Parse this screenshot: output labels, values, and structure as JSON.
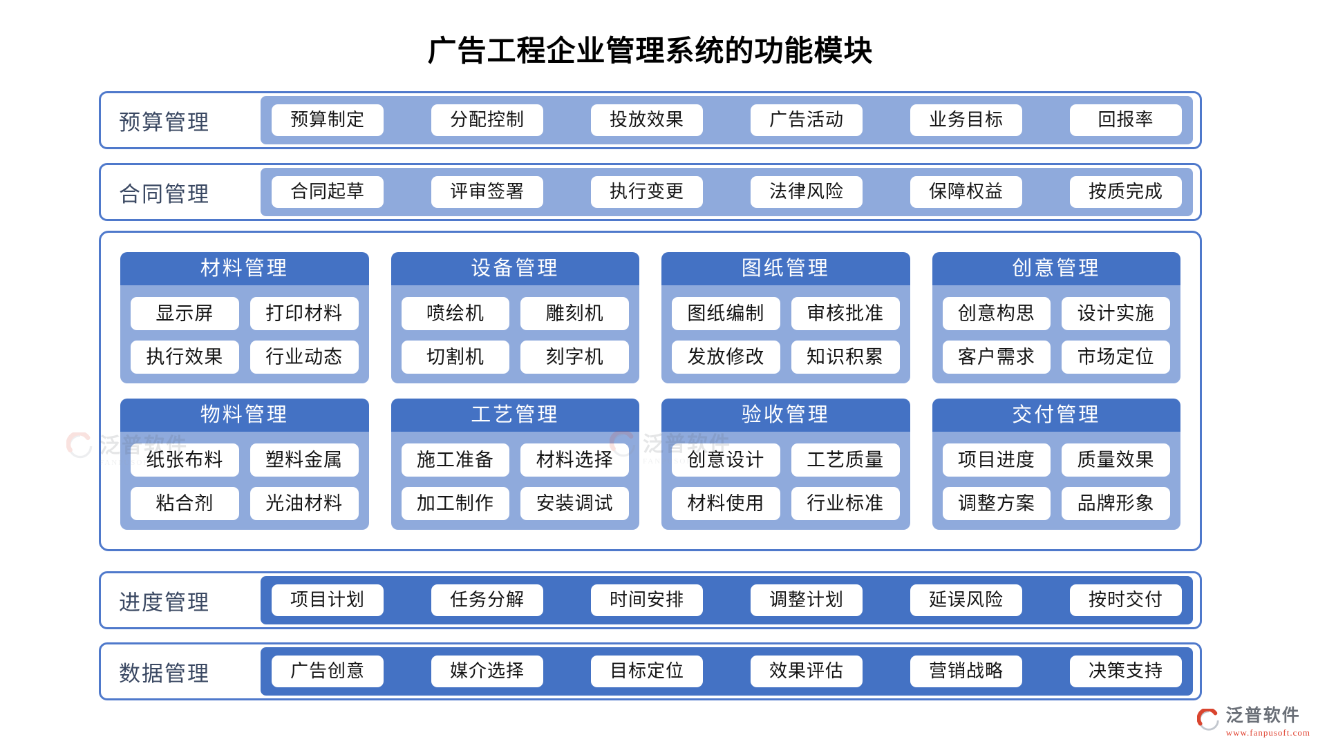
{
  "title": "广告工程企业管理系统的功能模块",
  "top_bands": [
    {
      "label": "预算管理",
      "items": [
        "预算制定",
        "分配控制",
        "投放效果",
        "广告活动",
        "业务目标",
        "回报率"
      ]
    },
    {
      "label": "合同管理",
      "items": [
        "合同起草",
        "评审签署",
        "执行变更",
        "法律风险",
        "保障权益",
        "按质完成"
      ]
    }
  ],
  "cards": [
    {
      "title": "材料管理",
      "items": [
        "显示屏",
        "打印材料",
        "执行效果",
        "行业动态"
      ]
    },
    {
      "title": "设备管理",
      "items": [
        "喷绘机",
        "雕刻机",
        "切割机",
        "刻字机"
      ]
    },
    {
      "title": "图纸管理",
      "items": [
        "图纸编制",
        "审核批准",
        "发放修改",
        "知识积累"
      ]
    },
    {
      "title": "创意管理",
      "items": [
        "创意构思",
        "设计实施",
        "客户需求",
        "市场定位"
      ]
    },
    {
      "title": "物料管理",
      "items": [
        "纸张布料",
        "塑料金属",
        "粘合剂",
        "光油材料"
      ]
    },
    {
      "title": "工艺管理",
      "items": [
        "施工准备",
        "材料选择",
        "加工制作",
        "安装调试"
      ]
    },
    {
      "title": "验收管理",
      "items": [
        "创意设计",
        "工艺质量",
        "材料使用",
        "行业标准"
      ]
    },
    {
      "title": "交付管理",
      "items": [
        "项目进度",
        "质量效果",
        "调整方案",
        "品牌形象"
      ]
    }
  ],
  "bottom_bands": [
    {
      "label": "进度管理",
      "items": [
        "项目计划",
        "任务分解",
        "时间安排",
        "调整计划",
        "延误风险",
        "按时交付"
      ]
    },
    {
      "label": "数据管理",
      "items": [
        "广告创意",
        "媒介选择",
        "目标定位",
        "效果评估",
        "营销战略",
        "决策支持"
      ]
    }
  ],
  "watermark": {
    "brand": "泛普软件",
    "sub": "FANPUSOFT"
  },
  "footer": {
    "brand": "泛普软件",
    "url": "www.fanpusoft.com"
  },
  "colors": {
    "primary_blue": "#4472C4",
    "light_blue": "#8FAADC",
    "border_blue": "#4f79cb",
    "label_text": "#3a4862",
    "chip_text": "#141414",
    "footer_red": "#e0402e",
    "footer_gray": "#6a6f77"
  }
}
